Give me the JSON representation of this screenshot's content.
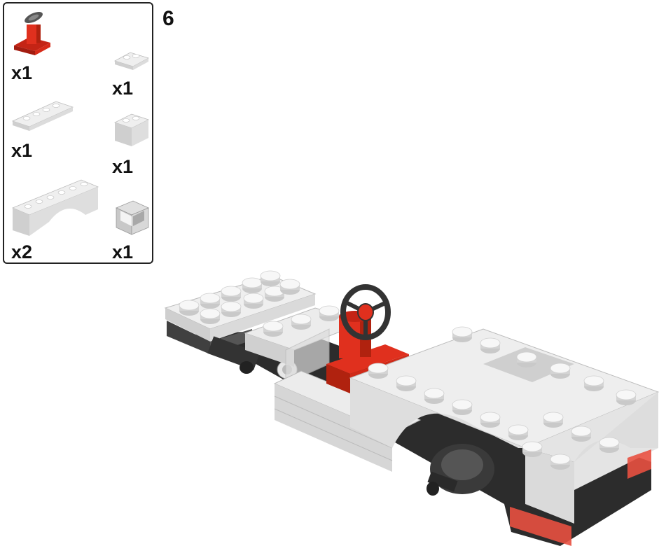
{
  "step": {
    "number": "6"
  },
  "parts": [
    {
      "name": "steering-wheel-stand-red",
      "qty": "x1",
      "color": "#e0301e"
    },
    {
      "name": "plate-1x2-white",
      "qty": "x1",
      "color": "#e8e8e8"
    },
    {
      "name": "plate-1x4-white",
      "qty": "x1",
      "color": "#e8e8e8"
    },
    {
      "name": "brick-1x2-white",
      "qty": "x1",
      "color": "#e8e8e8"
    },
    {
      "name": "arch-1x6-white",
      "qty": "x2",
      "color": "#e8e8e8"
    },
    {
      "name": "slope-wedge-white",
      "qty": "x1",
      "color": "#e8e8e8"
    }
  ],
  "colors": {
    "white_brick": "#e6e6e6",
    "red": "#e0301e",
    "dark": "#333333",
    "trans_red": "#e85040"
  }
}
